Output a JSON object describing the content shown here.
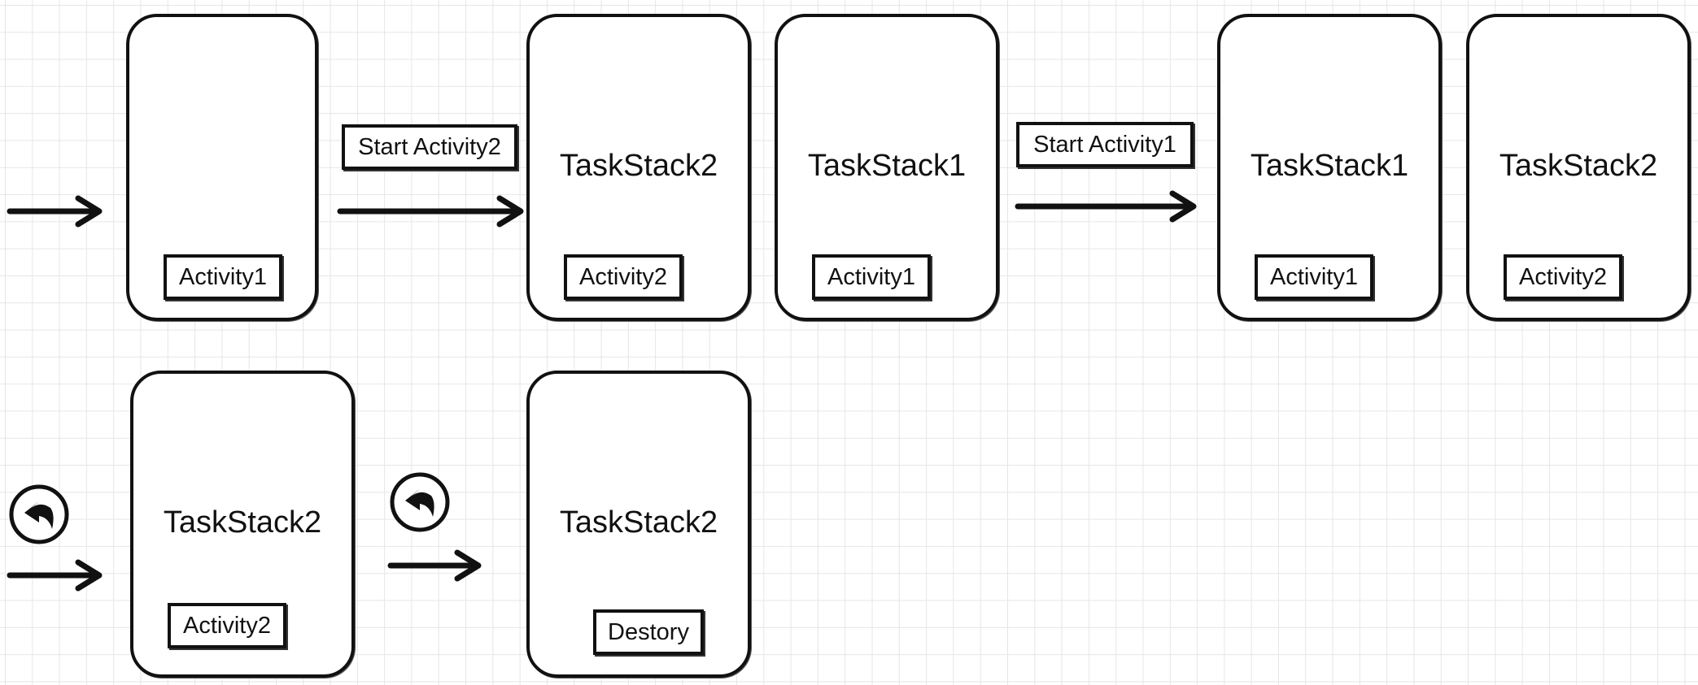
{
  "stacks": [
    {
      "title": "",
      "activity": "Activity1"
    },
    {
      "title": "TaskStack2",
      "activity": "Activity2"
    },
    {
      "title": "TaskStack1",
      "activity": "Activity1"
    },
    {
      "title": "TaskStack1",
      "activity": "Activity1"
    },
    {
      "title": "TaskStack2",
      "activity": "Activity2"
    },
    {
      "title": "TaskStack2",
      "activity": "Activity2"
    },
    {
      "title": "TaskStack2",
      "activity": "Destory"
    }
  ],
  "actions": {
    "start_activity2": "Start Activity2",
    "start_activity1": "Start Activity1"
  },
  "icons": {
    "arrow": "arrow-right-icon",
    "back": "back-arrow-icon"
  },
  "colors": {
    "stroke": "#111111",
    "grid": "#e6e6e6",
    "background": "#ffffff"
  }
}
